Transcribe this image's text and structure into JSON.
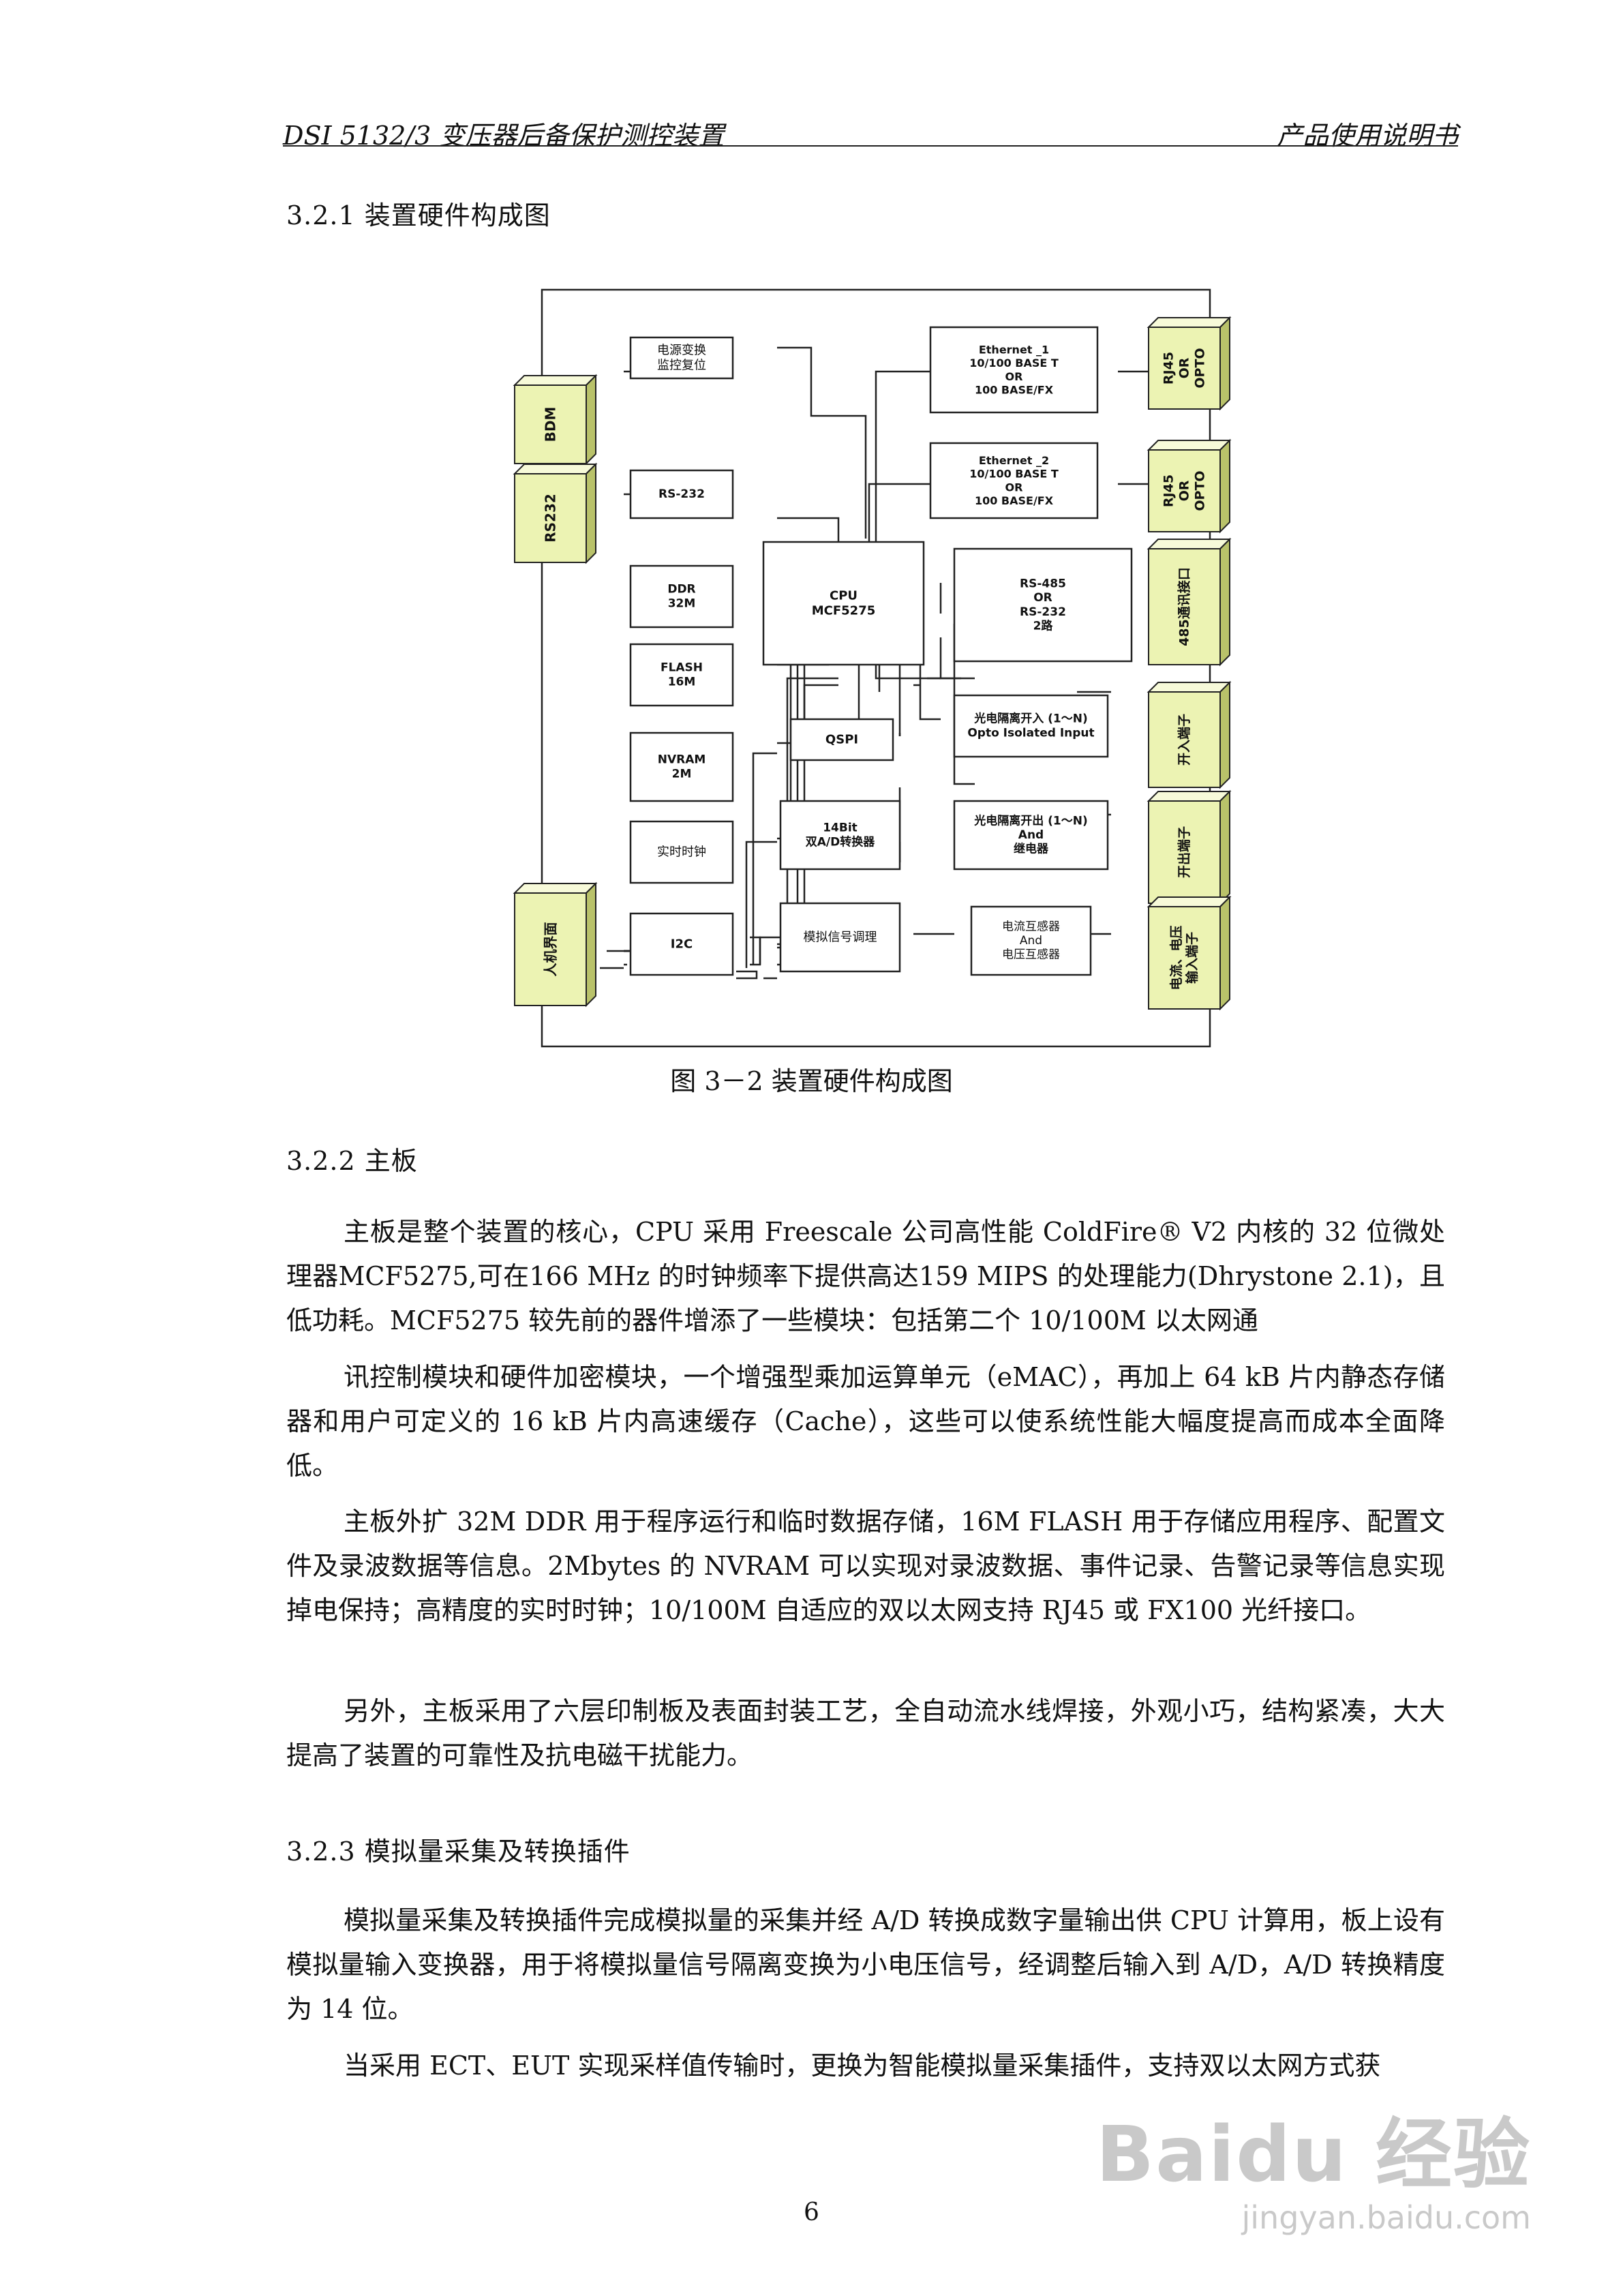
{
  "header": {
    "left": "DSI 5132/3  变压器后备保护测控装置",
    "right": "产品使用说明书"
  },
  "sections": {
    "s321": "3.2.1   装置硬件构成图",
    "s322": "3.2.2   主板",
    "s323": "3.2.3   模拟量采集及转换插件"
  },
  "diagram": {
    "left_blocks": {
      "bdm": "BDM",
      "rs232": "RS232",
      "hmi": "人机界面"
    },
    "blocks": {
      "power": [
        "电源变换",
        "监控复位"
      ],
      "rs232_inner": "RS-232",
      "ddr": [
        "DDR",
        "32M"
      ],
      "flash": [
        "FLASH",
        "16M"
      ],
      "nvram": [
        "NVRAM",
        "2M"
      ],
      "rtc": "实时时钟",
      "i2c": "I2C",
      "cpu": [
        "CPU",
        "MCF5275"
      ],
      "qspi": "QSPI",
      "adc": [
        "14Bit",
        "双A/D转换器"
      ],
      "signal": "模拟信号调理",
      "eth1": [
        "Ethernet _1",
        "10/100 BASE T",
        "OR",
        "100 BASE/FX"
      ],
      "eth2": [
        "Ethernet _2",
        "10/100 BASE T",
        "OR",
        "100 BASE/FX"
      ],
      "rs485": [
        "RS-485",
        "OR",
        "RS-232",
        "2路"
      ],
      "opto_in": [
        "光电隔离开入 (1～N)",
        "Opto Isolated Input"
      ],
      "opto_out": [
        "光电隔离开出 (1～N)",
        "And",
        "继电器"
      ],
      "transformer": [
        "电流互感器",
        "And",
        "电压互感器"
      ]
    },
    "right_blocks": {
      "rj1": [
        "RJ45",
        "OR",
        "OPTO"
      ],
      "rj2": [
        "RJ45",
        "OR",
        "OPTO"
      ],
      "port485": "485通讯接口",
      "di": "开入端子",
      "do": "开出端子",
      "ai": [
        "电流、电压",
        "输入端子"
      ]
    },
    "colors": {
      "block_fill": "#ecf3b3",
      "block_side": "#b9c26a",
      "block_top": "#f7fad9",
      "stroke": "#222222"
    }
  },
  "caption": "图 3－2   装置硬件构成图",
  "paragraphs": {
    "p1": "主板是整个装置的核心，CPU 采用 Freescale 公司高性能 ColdFire® V2 内核的 32 位微处理器MCF5275,可在166 MHz 的时钟频率下提供高达159 MIPS 的处理能力(Dhrystone 2.1)，且低功耗。MCF5275 较先前的器件增添了一些模块：包括第二个 10/100M 以太网通",
    "p2": "讯控制模块和硬件加密模块，一个增强型乘加运算单元（eMAC），再加上 64 kB 片内静态存储器和用户可定义的 16 kB 片内高速缓存（Cache），这些可以使系统性能大幅度提高而成本全面降低。",
    "p3": "主板外扩 32M DDR 用于程序运行和临时数据存储，16M FLASH 用于存储应用程序、配置文件及录波数据等信息。2Mbytes 的 NVRAM 可以实现对录波数据、事件记录、告警记录等信息实现掉电保持；高精度的实时时钟；10/100M 自适应的双以太网支持 RJ45 或 FX100 光纤接口。",
    "p4": "另外，主板采用了六层印制板及表面封装工艺，全自动流水线焊接，外观小巧，结构紧凑，大大提高了装置的可靠性及抗电磁干扰能力。",
    "p5": "模拟量采集及转换插件完成模拟量的采集并经 A/D 转换成数字量输出供 CPU 计算用，板上设有模拟量输入变换器，用于将模拟量信号隔离变换为小电压信号，经调整后输入到 A/D，A/D 转换精度为 14 位。",
    "p6": "当采用 ECT、EUT 实现采样值传输时，更换为智能模拟量采集插件，支持双以太网方式获"
  },
  "page_number": "6",
  "watermark": {
    "logo": "Baidu 经验",
    "sub": "jingyan.baidu.com"
  }
}
